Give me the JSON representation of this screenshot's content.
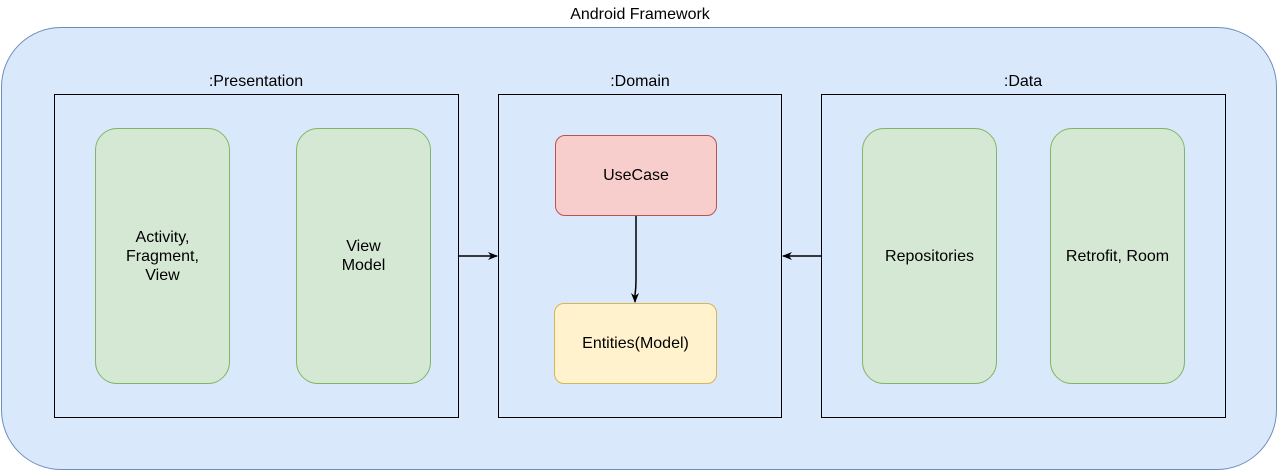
{
  "framework": {
    "title": "Android Framework"
  },
  "presentation": {
    "title": ":Presentation",
    "nodes": [
      "Activity,\nFragment,\nView",
      "View\nModel"
    ]
  },
  "domain": {
    "title": ":Domain",
    "usecase": "UseCase",
    "entities": "Entities(Model)"
  },
  "data": {
    "title": ":Data",
    "nodes": [
      "Repositories",
      "Retrofit, Room"
    ]
  },
  "colors": {
    "framework_fill": "#dae8fc",
    "framework_stroke": "#6c8ebf",
    "green_fill": "#d5e8d4",
    "green_stroke": "#82b366",
    "red_fill": "#f8cecc",
    "red_stroke": "#b85450",
    "yellow_fill": "#fff2cc",
    "yellow_stroke": "#d6b656"
  }
}
